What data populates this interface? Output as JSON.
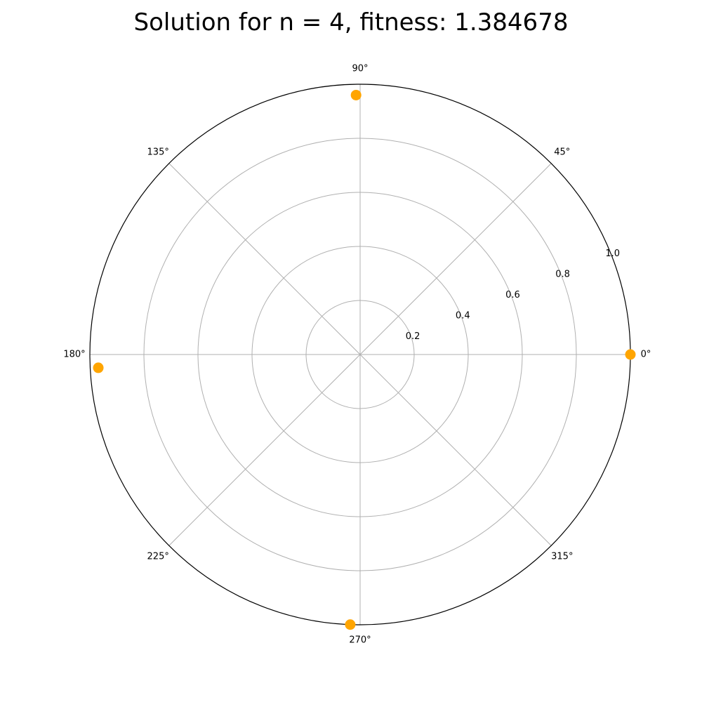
{
  "chart_data": {
    "type": "scatter",
    "projection": "polar",
    "title": "Solution for n = 4, fitness: 1.384678",
    "theta_ticks": [
      "0°",
      "45°",
      "90°",
      "135°",
      "180°",
      "225°",
      "270°",
      "315°"
    ],
    "theta_tick_values_deg": [
      0,
      45,
      90,
      135,
      180,
      225,
      270,
      315
    ],
    "r_ticks": [
      "0.2",
      "0.4",
      "0.6",
      "0.8",
      "1.0"
    ],
    "r_tick_values": [
      0.2,
      0.4,
      0.6,
      0.8,
      1.0
    ],
    "rlim": [
      0,
      1.0
    ],
    "grid": true,
    "series": [
      {
        "theta_deg": [
          0.0,
          90.9,
          182.9,
          267.9
        ],
        "r": [
          1.0,
          0.96,
          0.97,
          1.0
        ],
        "color": "#FFA500"
      }
    ],
    "colors": {
      "grid": "#b0b0b0",
      "frame": "#000000",
      "point": "#FFA500"
    }
  }
}
